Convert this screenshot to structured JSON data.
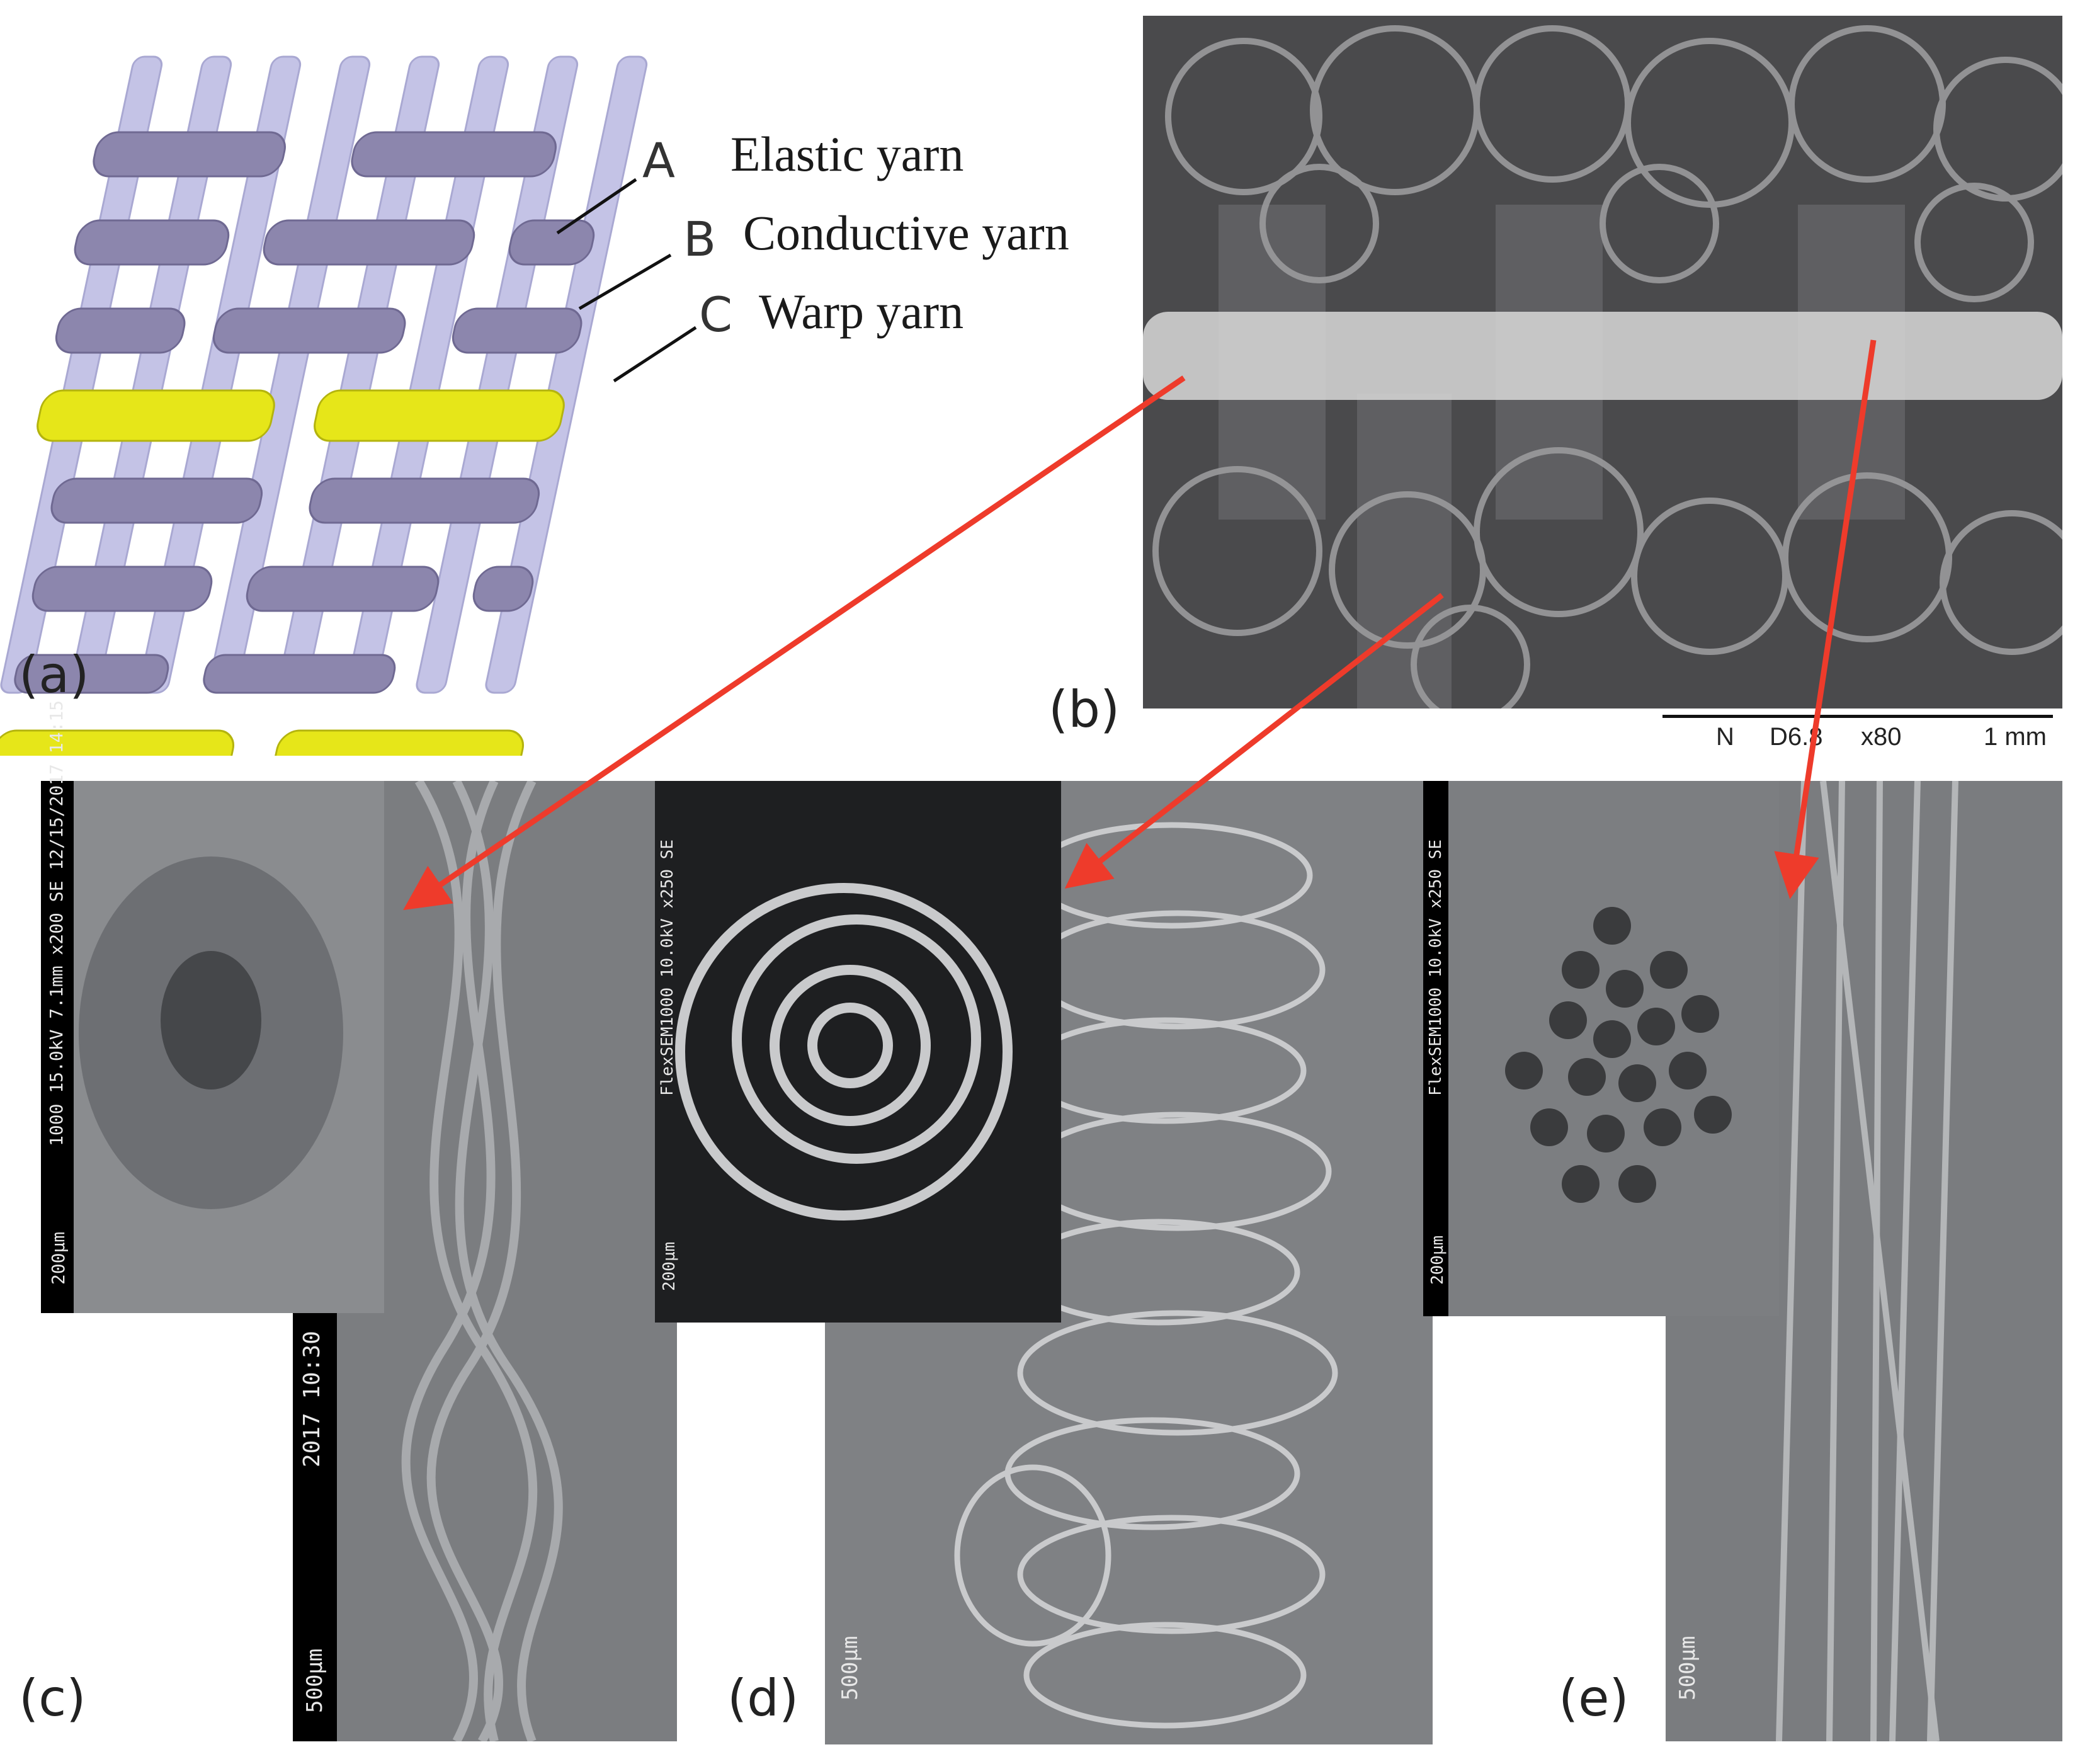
{
  "panel_labels": {
    "a": "(a)",
    "b": "(b)",
    "c": "(c)",
    "d": "(d)",
    "e": "(e)"
  },
  "legend": [
    {
      "letter": "A",
      "text": "Elastic yarn"
    },
    {
      "letter": "B",
      "text": "Conductive yarn"
    },
    {
      "letter": "C",
      "text": "Warp yarn"
    }
  ],
  "scalebar": {
    "n": "N",
    "d": "D6.8",
    "mag": "x80",
    "length": "1 mm"
  },
  "sem_text": {
    "c_cross_info": "1000 15.0kV 7.1mm x200 SE 12/15/2017 14:15",
    "c_cross_scale": "200µm",
    "c_long_time": "2017 10:30",
    "c_long_scale": "500µm",
    "d_cross_info": "FlexSEM1000 10.0kV x250 SE",
    "d_cross_scale": "200µm",
    "d_long_scale": "500µm",
    "e_cross_info": "FlexSEM1000 10.0kV x250 SE",
    "e_cross_scale": "200µm",
    "e_long_scale": "500µm"
  },
  "colors": {
    "elastic": "#8c86ad",
    "warp": "#c4c3e6",
    "conductive": "#e6e619",
    "arrow": "#ee3b2b"
  }
}
